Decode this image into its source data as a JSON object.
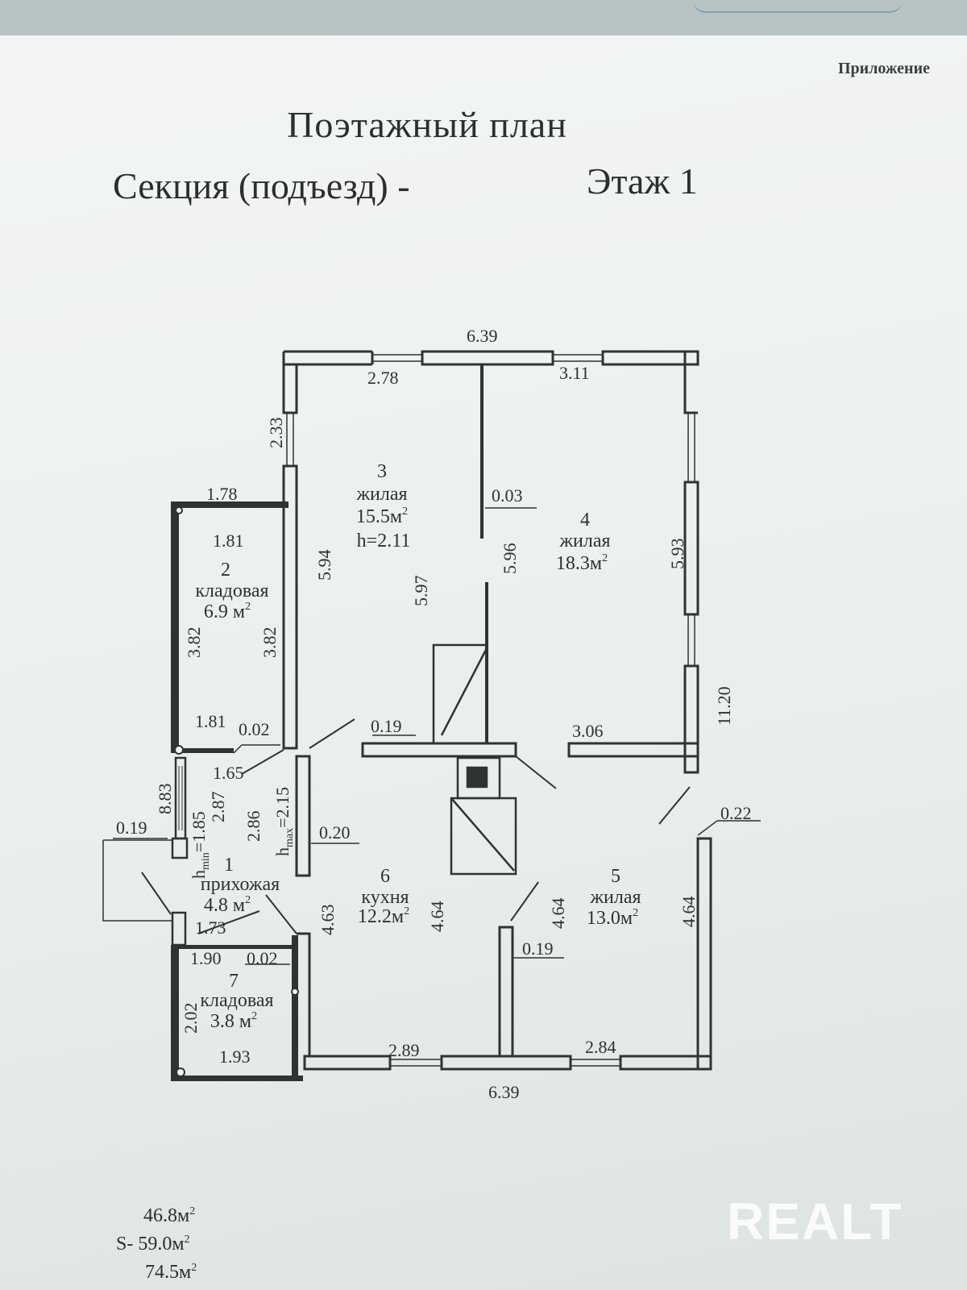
{
  "header": {
    "annex": "Приложение",
    "title": "Поэтажный план",
    "section": "Секция (подъезд) -",
    "floor": "Этаж 1"
  },
  "rooms": {
    "r3": {
      "num": "3",
      "type": "жилая",
      "area": "15.5м",
      "area_sup": "2",
      "height": "h=2.11"
    },
    "r4": {
      "num": "4",
      "type": "жилая",
      "area": "18.3м",
      "area_sup": "2"
    },
    "r2": {
      "num": "2",
      "type": "кладовая",
      "area": "6.9 м",
      "area_sup": "2"
    },
    "r1": {
      "num": "1",
      "type": "прихожая",
      "area": "4.8 м",
      "area_sup": "2"
    },
    "r6": {
      "num": "6",
      "type": "кухня",
      "area": "12.2м",
      "area_sup": "2"
    },
    "r5": {
      "num": "5",
      "type": "жилая",
      "area": "13.0м",
      "area_sup": "2"
    },
    "r7": {
      "num": "7",
      "type": "кладовая",
      "area": "3.8 м",
      "area_sup": "2"
    }
  },
  "dimensions": {
    "top_total": "6.39",
    "top_left": "2.78",
    "top_right": "3.11",
    "left_upper": "2.33",
    "r2_top_outer": "1.78",
    "r2_top": "1.81",
    "r2_left": "3.82",
    "r2_right": "3.82",
    "r2_bottom": "1.81",
    "r3_left": "5.94",
    "r3_right": "5.97",
    "partition": "0.03",
    "r4_left": "5.96",
    "r4_right": "5.93",
    "right_total": "11.20",
    "wall_002_a": "0.02",
    "wall_019_mid": "0.19",
    "r5_top": "3.06",
    "r1_top": "1.65",
    "left_total": "8.83",
    "hmin": "h",
    "hmin_sub": "min",
    "hmin_val": "=1.85",
    "r1_287": "2.87",
    "r1_286": "2.86",
    "hmax": "h",
    "hmax_sub": "max",
    "hmax_val": "=2.15",
    "wall_019_left": "0.19",
    "wall_020": "0.20",
    "wall_022": "0.22",
    "r6_left": "4.63",
    "r6_right": "4.64",
    "r5_left": "4.64",
    "r5_right": "4.64",
    "r1_bottom": "1.73",
    "wall_019_r5": "0.19",
    "r7_top": "1.90",
    "wall_002_b": "0.02",
    "r7_left": "2.02",
    "r7_bottom": "1.93",
    "r6_bottom": "2.89",
    "r5_bottom": "2.84",
    "bottom_total": "6.39"
  },
  "totals": {
    "a": "46.8м",
    "b": "S- 59.0м",
    "c": "74.5м",
    "sup": "2"
  },
  "watermark": "REALT"
}
